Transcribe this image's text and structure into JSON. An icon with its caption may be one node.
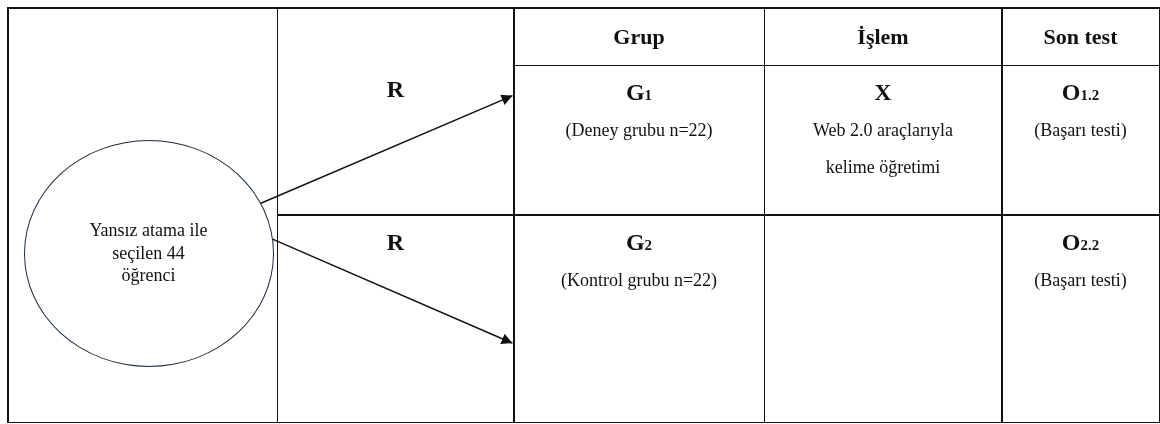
{
  "diagram": {
    "nodes": [
      {
        "text": [
          "Yansız atama ile seçilen 44 öğrenci"
        ]
      },
      {
        "text": [
          "Grup"
        ]
      },
      {
        "text": [
          "İşlem"
        ]
      },
      {
        "text": [
          "Son test"
        ]
      },
      {
        "text": [
          "G$_{1}$",
          "(Deney grubu n=22)"
        ]
      },
      {
        "text": [
          "X",
          "Web 2.0 araçlarıyla kelime öğretimi"
        ]
      },
      {
        "text": [
          "O$_{1.2}$",
          "(Başarı testi)"
        ]
      },
      {
        "text": [
          "G$_{2}$",
          "(Kontrol grubu n=22)"
        ]
      },
      {
        "text": [
          "O$_{2.2}$",
          "(Başarı testi)"
        ]
      }
    ],
    "edges": [
      {
        "from": 0,
        "to": 4,
        "arrow": "to"
      },
      {
        "from": 0,
        "to": 7,
        "arrow": "to"
      }
    ],
    "labels": [
      "R",
      "R"
    ]
  }
}
